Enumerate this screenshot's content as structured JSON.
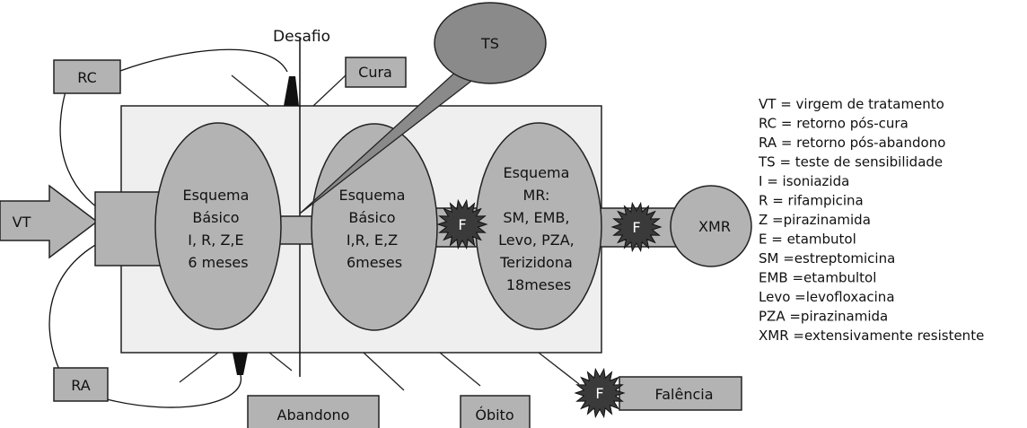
{
  "header": {
    "challenge_label": "Desafio"
  },
  "speech_bubble": {
    "label": "TS"
  },
  "boxes": {
    "rc": "RC",
    "ra": "RA",
    "vt": "VT",
    "cure": "Cura",
    "abandon": "Abandono",
    "death": "Óbito",
    "failure": "Falência",
    "xmr": "XMR"
  },
  "failure_badge": "F",
  "regimens": {
    "basic1": [
      "Esquema",
      "Básico",
      "I, R, Z,E",
      "6 meses"
    ],
    "basic2": [
      "Esquema",
      "Básico",
      "I,R, E,Z",
      "6meses"
    ],
    "mr": [
      "Esquema",
      "MR:",
      "SM, EMB,",
      "Levo, PZA,",
      "Terizidona",
      "18meses"
    ]
  },
  "legend": [
    "VT = virgem de tratamento",
    "RC = retorno pós-cura",
    "RA = retorno pós-abandono",
    "TS = teste de sensibilidade",
    "I = isoniazida",
    "R = rifampicina",
    "Z =pirazinamida",
    "E = etambutol",
    "SM =estreptomicina",
    "EMB =etambultol",
    "Levo =levofloxacina",
    "PZA =pirazinamida",
    "XMR =extensivamente resistente"
  ],
  "colors": {
    "panel_fill": "#efefef",
    "shape_fill": "#b3b3b3",
    "badge_fill": "#3a3a3a",
    "stroke": "#222222"
  }
}
